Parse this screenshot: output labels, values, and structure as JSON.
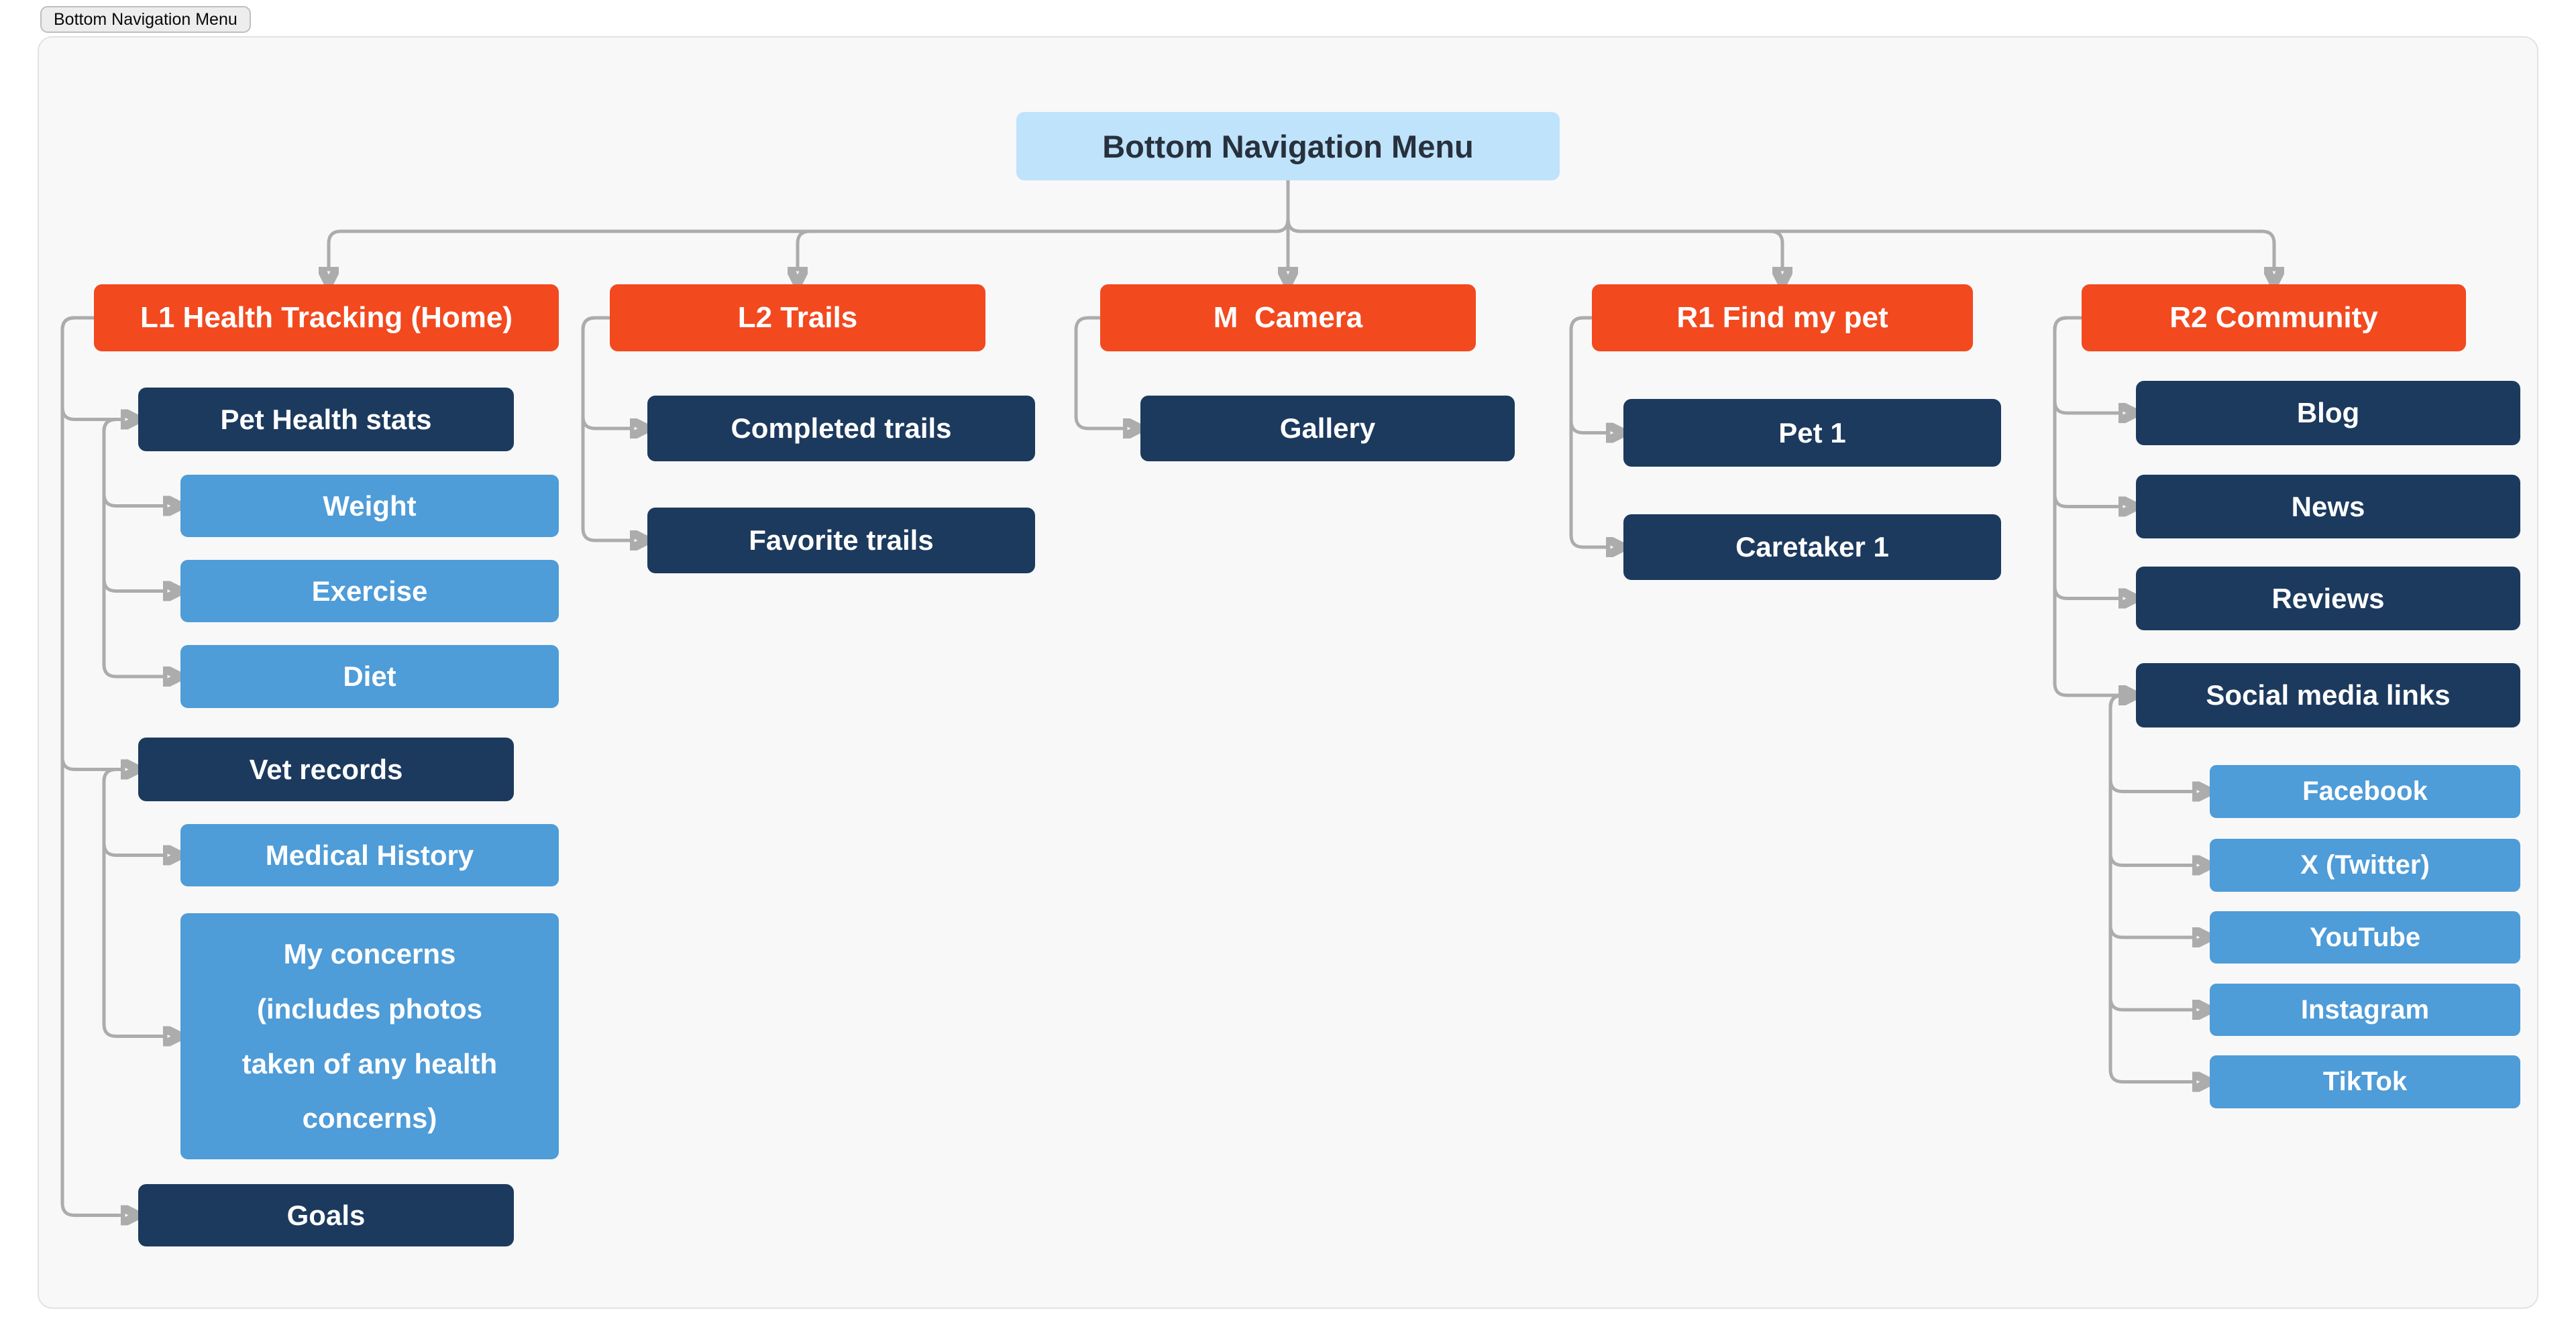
{
  "tag_label": "Bottom Navigation Menu",
  "root": {
    "label": "Bottom Navigation Menu"
  },
  "branches": [
    {
      "label": "L1 Health Tracking (Home)",
      "children": [
        {
          "label": "Pet Health stats",
          "children": [
            {
              "label": "Weight"
            },
            {
              "label": "Exercise"
            },
            {
              "label": "Diet"
            }
          ]
        },
        {
          "label": "Vet records",
          "children": [
            {
              "label": "Medical History"
            },
            {
              "label": "My concerns\n(includes photos\ntaken of any health\nconcerns)"
            }
          ]
        },
        {
          "label": "Goals"
        }
      ]
    },
    {
      "label": "L2 Trails",
      "children": [
        {
          "label": "Completed trails"
        },
        {
          "label": "Favorite trails"
        }
      ]
    },
    {
      "label": "M  Camera",
      "children": [
        {
          "label": "Gallery"
        }
      ]
    },
    {
      "label": "R1 Find my pet",
      "children": [
        {
          "label": "Pet 1"
        },
        {
          "label": "Caretaker 1"
        }
      ]
    },
    {
      "label": "R2 Community",
      "children": [
        {
          "label": "Blog"
        },
        {
          "label": "News"
        },
        {
          "label": "Reviews"
        },
        {
          "label": "Social media links",
          "children": [
            {
              "label": "Facebook"
            },
            {
              "label": "X (Twitter)"
            },
            {
              "label": "YouTube"
            },
            {
              "label": "Instagram"
            },
            {
              "label": "TikTok"
            }
          ]
        }
      ]
    }
  ],
  "colors": {
    "branch_orange": "#f2491f",
    "level2_navy": "#1c3a5e",
    "level3_blue": "#4e9cd8",
    "root_blue": "#bfe3fb",
    "connector_gray": "#acacac",
    "canvas_bg": "#f8f8f8"
  }
}
